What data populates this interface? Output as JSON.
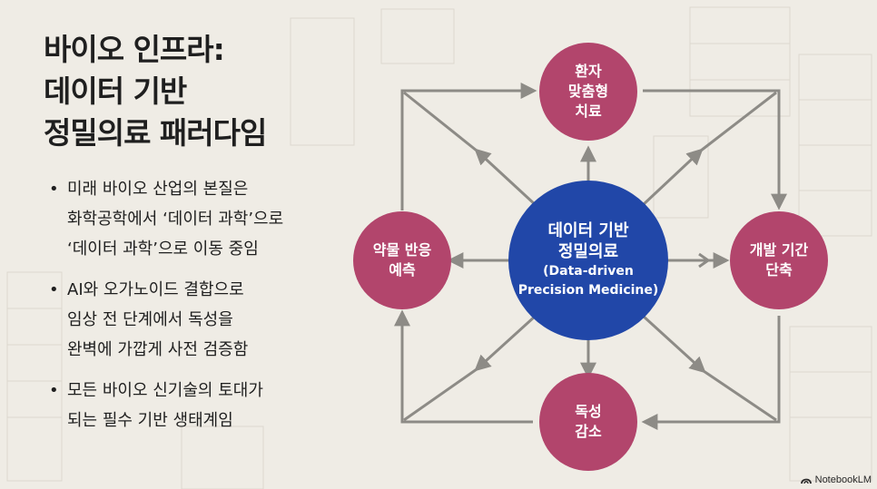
{
  "title": {
    "line1": "바이오 인프라:",
    "line2": "데이터 기반",
    "line3": "정밀의료 패러다임"
  },
  "bullets": [
    "미래 바이오 산업의 본질은\n화학공학에서 ‘데이터 과학’으로\n‘데이터 과학’으로 이동 중임",
    "AI와 오가노이드 결합으로\n임상 전 단계에서 독성을\n완벽에 가깝게 사전 검증함",
    "모든 바이오 신기술의 토대가\n되는 필수 기반 생태계임"
  ],
  "diagram": {
    "center": {
      "line1": "데이터 기반",
      "line2": "정밀의료",
      "line3": "(Data-driven",
      "line4": "Precision Medicine)"
    },
    "top": {
      "line1": "환자",
      "line2": "맞춤형",
      "line3": "치료"
    },
    "right": {
      "line1": "개발 기간",
      "line2": "단축"
    },
    "bottom": {
      "line1": "독성",
      "line2": "감소"
    },
    "left": {
      "line1": "약물 반응",
      "line2": "예측"
    }
  },
  "colors": {
    "background": "#efece5",
    "center_fill": "#2147a8",
    "outer_fill": "#b2456c",
    "arrow": "#8d8b86"
  },
  "brand": {
    "label": "NotebookLM",
    "icon": "notebooklm-logo-icon"
  }
}
